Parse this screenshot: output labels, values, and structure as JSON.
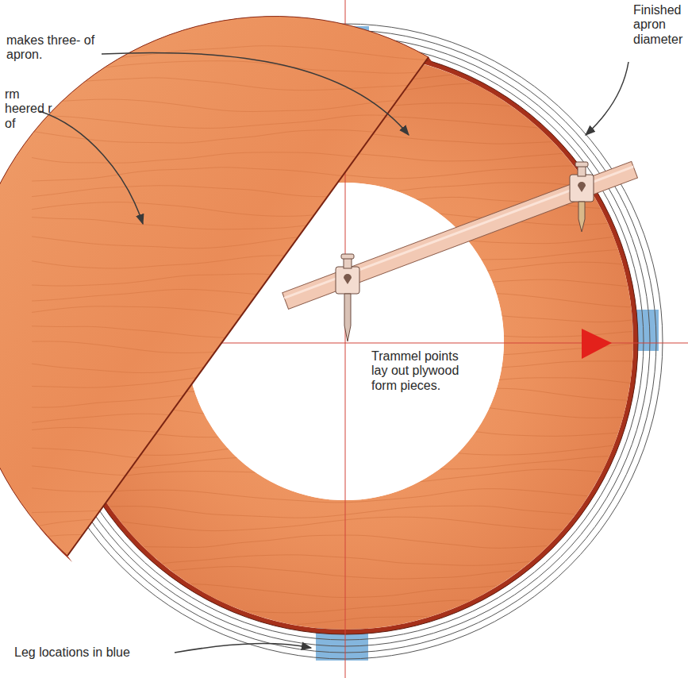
{
  "diagram": {
    "labels": [
      "makes three- of apron.",
      "rm heered r of",
      "Finished apron diameter",
      "Trammel points lay out plywood form pieces.",
      "Leg locations in blue"
    ]
  }
}
